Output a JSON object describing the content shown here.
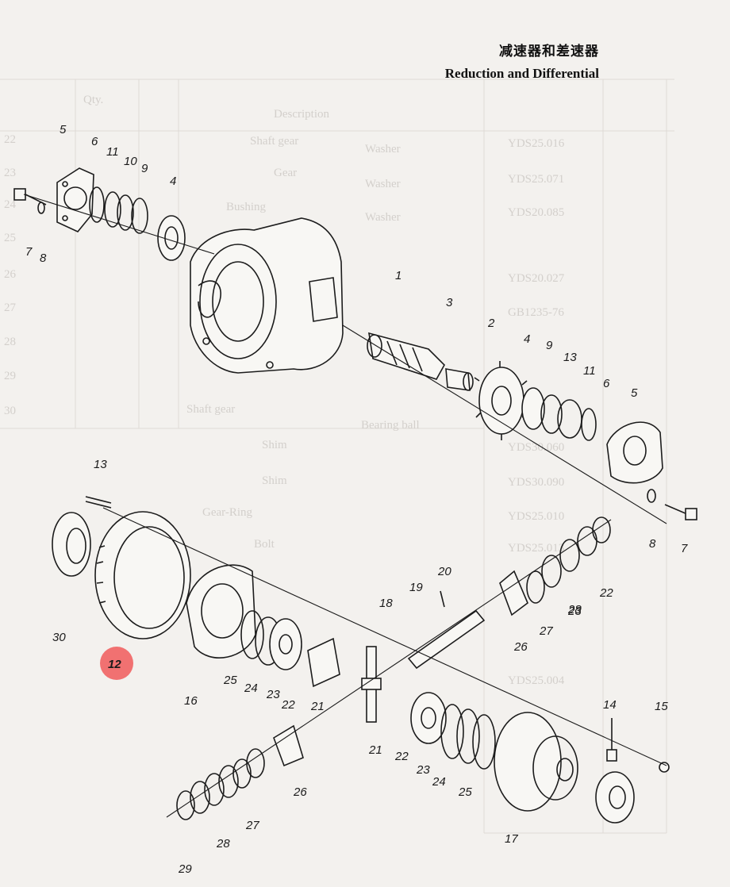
{
  "header": {
    "title_cn": "减速器和差速器",
    "title_en": "Reduction and Differential"
  },
  "highlight": {
    "label": "12",
    "color": "#f05a5a"
  },
  "callouts": {
    "c1": "1",
    "c2": "2",
    "c3": "3",
    "c4a": "4",
    "c4b": "4",
    "c5a": "5",
    "c5b": "5",
    "c6a": "6",
    "c6b": "6",
    "c7a": "7",
    "c7b": "7",
    "c8a": "8",
    "c8b": "8",
    "c9a": "9",
    "c9b": "9",
    "c10": "10",
    "c11a": "11",
    "c11b": "11",
    "c13a": "13",
    "c13b": "13",
    "c14": "14",
    "c15": "15",
    "c16": "16",
    "c17": "17",
    "c18": "18",
    "c19": "19",
    "c20": "20",
    "c21a": "21",
    "c21b": "21",
    "c22a": "22",
    "c22b": "22",
    "c22c": "22",
    "c23a": "23",
    "c23b": "23",
    "c23c": "23",
    "c24a": "24",
    "c24b": "24",
    "c25a": "25",
    "c25b": "25",
    "c26a": "26",
    "c26b": "26",
    "c27a": "27",
    "c27b": "27",
    "c28a": "28",
    "c28b": "28",
    "c29": "29",
    "c30": "30"
  },
  "background_table": {
    "col_headers": [
      "Qty.",
      "Description"
    ],
    "descriptions": [
      "Shaft gear",
      "Gear",
      "Bushing",
      "Washer",
      "Washer",
      "Washer",
      "Gear-Ring",
      "Bolt",
      "Shim",
      "Shim",
      "Shaft gear",
      "Bearing ball"
    ],
    "codes": [
      "YDS25.016",
      "YDS25.071",
      "YDS20.085",
      "YDS20.027",
      "GB1235-76",
      "YDS30.060",
      "YDS30.090",
      "YDS25.010",
      "YDS25.013",
      "YDS25.004"
    ],
    "row_numbers": [
      "22",
      "23",
      "24",
      "25",
      "26",
      "27",
      "28",
      "29",
      "30"
    ]
  }
}
